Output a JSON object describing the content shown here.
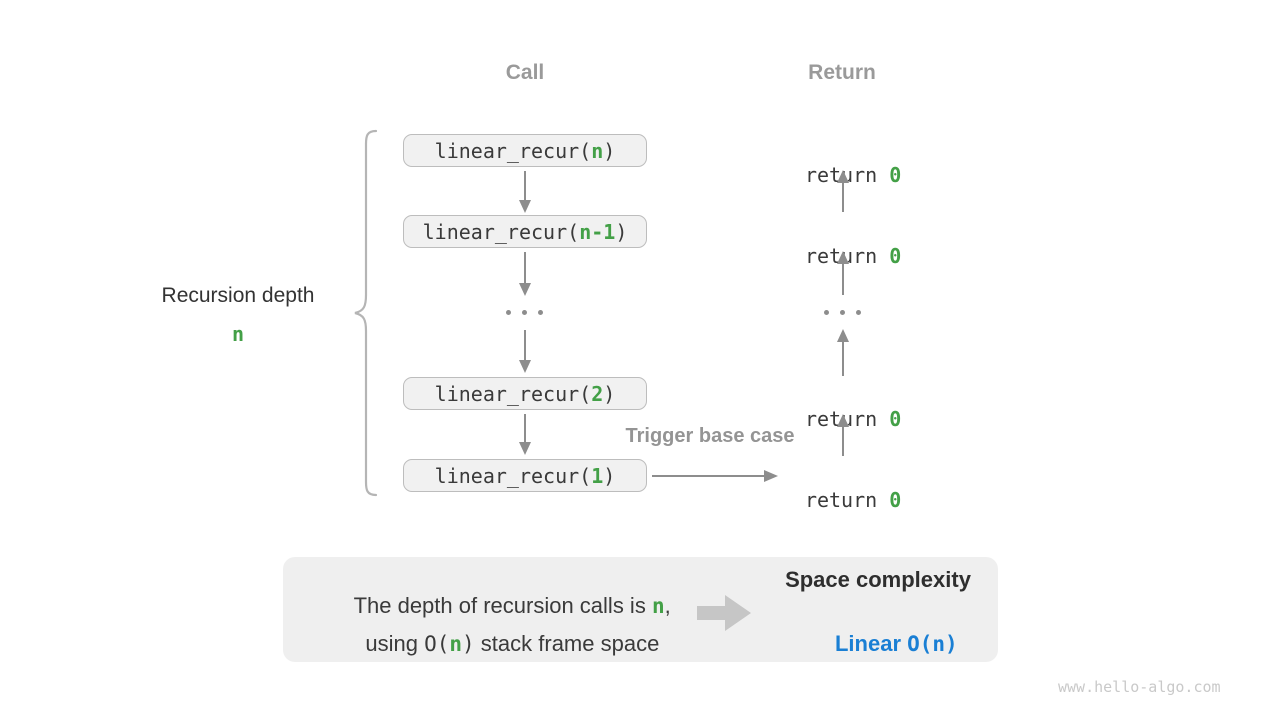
{
  "colors": {
    "accent_green": "#43a047",
    "accent_blue": "#1a7fd4",
    "muted_gray_heading": "#9a9a9a",
    "arrow_gray": "#8d8d8d",
    "box_fill": "#f1f1f1",
    "summary_fill": "#efefef"
  },
  "diagram": {
    "call_header": "Call",
    "return_header": "Return",
    "depth_label": "Recursion depth",
    "depth_value": "n",
    "trigger_label": "Trigger base case",
    "call_boxes": [
      {
        "pre": "linear_recur(",
        "arg": "n",
        "post": ")"
      },
      {
        "pre": "linear_recur(",
        "arg": "n-1",
        "post": ")"
      },
      {
        "pre": "linear_recur(",
        "arg": "2",
        "post": ")"
      },
      {
        "pre": "linear_recur(",
        "arg": "1",
        "post": ")"
      }
    ],
    "returns": [
      {
        "pre": "return ",
        "val": "0"
      },
      {
        "pre": "return ",
        "val": "0"
      },
      {
        "pre": "return ",
        "val": "0"
      },
      {
        "pre": "return ",
        "val": "0"
      }
    ]
  },
  "summary": {
    "line1_pre": "The depth of recursion calls is ",
    "line1_code": "n",
    "line1_post": ",",
    "line2_pre": "using ",
    "line2_code_pre": "O(",
    "line2_code_arg": "n",
    "line2_code_post": ")",
    "line2_post": " stack frame space",
    "result_title": "Space complexity",
    "result_name": "Linear ",
    "result_code": "O(n)"
  },
  "page": {
    "watermark": "www.hello-algo.com"
  }
}
